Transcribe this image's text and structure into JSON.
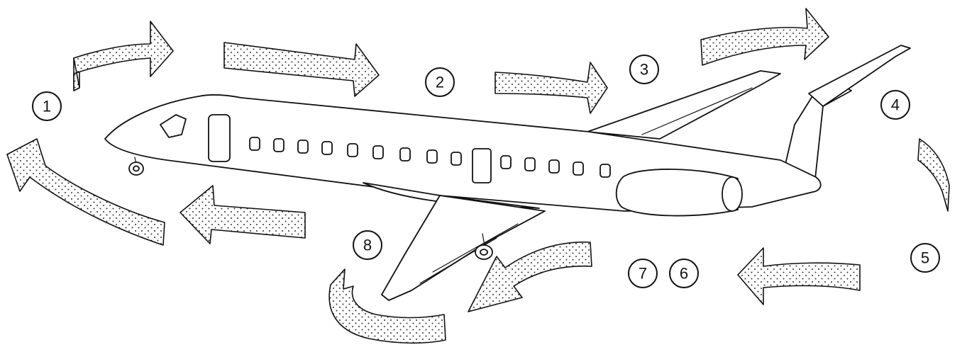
{
  "diagram": {
    "markers": [
      {
        "id": 1,
        "label": "1"
      },
      {
        "id": 2,
        "label": "2"
      },
      {
        "id": 3,
        "label": "3"
      },
      {
        "id": 4,
        "label": "4"
      },
      {
        "id": 5,
        "label": "5"
      },
      {
        "id": 6,
        "label": "6"
      },
      {
        "id": 7,
        "label": "7"
      },
      {
        "id": 8,
        "label": "8"
      }
    ],
    "colors": {
      "line": "#111111",
      "background": "#ffffff",
      "arrow_fill_pattern": "dotted"
    },
    "icons": {
      "aircraft": "regional-jet-icon",
      "arrows": "walkaround-direction-arrow-icon"
    }
  }
}
